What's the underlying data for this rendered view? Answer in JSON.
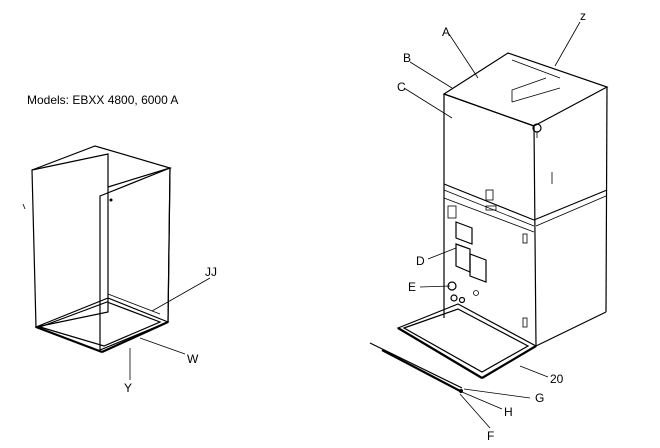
{
  "title": "Models: EBXX 4800, 6000 A",
  "part_labels": {
    "A": "A",
    "B": "B",
    "C": "C",
    "D": "D",
    "E": "E",
    "F": "F",
    "G": "G",
    "H": "H",
    "W": "W",
    "Y": "Y",
    "Z": "z",
    "JJ": "JJ",
    "P20": "20"
  }
}
